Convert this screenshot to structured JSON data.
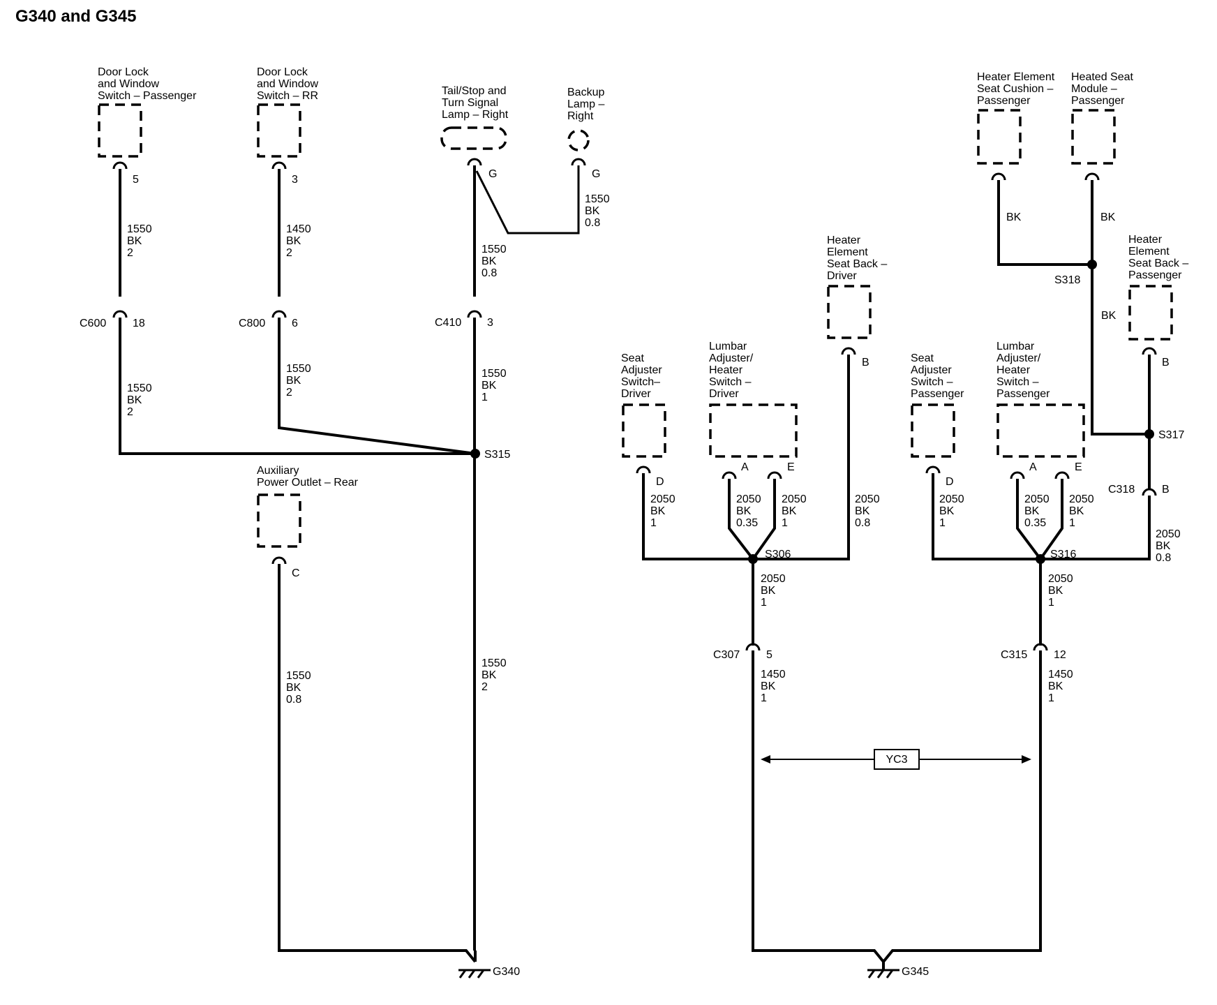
{
  "title": "G340 and G345",
  "components": [
    {
      "id": "door-lock-passenger",
      "lines": [
        "Door Lock",
        "and Window",
        "Switch – Passenger"
      ],
      "pin": "5"
    },
    {
      "id": "door-lock-rr",
      "lines": [
        "Door Lock",
        "and Window",
        "Switch – RR"
      ],
      "pin": "3"
    },
    {
      "id": "tail-stop-lamp",
      "lines": [
        "Tail/Stop and",
        "Turn Signal",
        "Lamp – Right"
      ],
      "pin": "G"
    },
    {
      "id": "backup-lamp",
      "lines": [
        "Backup",
        "Lamp –",
        "Right"
      ],
      "pin": "G"
    },
    {
      "id": "aux-power-outlet",
      "lines": [
        "Auxiliary",
        "Power Outlet – Rear"
      ],
      "pin": "C"
    },
    {
      "id": "seat-adjuster-driver",
      "lines": [
        "Seat",
        "Adjuster",
        "Switch–",
        "Driver"
      ],
      "pin": "D"
    },
    {
      "id": "lumbar-driver",
      "lines": [
        "Lumbar",
        "Adjuster/",
        "Heater",
        "Switch –",
        "Driver"
      ],
      "pins": [
        "A",
        "E"
      ]
    },
    {
      "id": "heater-seatback-driver",
      "lines": [
        "Heater",
        "Element",
        "Seat Back –",
        "Driver"
      ],
      "pin": "B"
    },
    {
      "id": "seat-adjuster-passenger",
      "lines": [
        "Seat",
        "Adjuster",
        "Switch –",
        "Passenger"
      ],
      "pin": "D"
    },
    {
      "id": "lumbar-passenger",
      "lines": [
        "Lumbar",
        "Adjuster/",
        "Heater",
        "Switch –",
        "Passenger"
      ],
      "pins": [
        "A",
        "E"
      ]
    },
    {
      "id": "heater-cushion-passenger",
      "lines": [
        "Heater Element",
        "Seat Cushion –",
        "Passenger"
      ]
    },
    {
      "id": "heated-seat-module",
      "lines": [
        "Heated Seat",
        "Module –",
        "Passenger"
      ]
    },
    {
      "id": "heater-seatback-passenger",
      "lines": [
        "Heater",
        "Element",
        "Seat Back –",
        "Passenger"
      ],
      "pin": "B"
    }
  ],
  "connectors": [
    {
      "id": "c600",
      "name": "C600",
      "pin": "18"
    },
    {
      "id": "c800",
      "name": "C800",
      "pin": "6"
    },
    {
      "id": "c410",
      "name": "C410",
      "pin": "3"
    },
    {
      "id": "c307",
      "name": "C307",
      "pin": "5"
    },
    {
      "id": "c315",
      "name": "C315",
      "pin": "12"
    },
    {
      "id": "c318",
      "name": "C318",
      "pin": "B"
    }
  ],
  "splices": [
    "S315",
    "S306",
    "S316",
    "S317",
    "S318"
  ],
  "grounds": [
    "G340",
    "G345"
  ],
  "wires": [
    {
      "id": "w1",
      "lines": [
        "1550",
        "BK",
        "2"
      ]
    },
    {
      "id": "w2",
      "lines": [
        "1550",
        "BK",
        "2"
      ]
    },
    {
      "id": "w3",
      "lines": [
        "1450",
        "BK",
        "2"
      ]
    },
    {
      "id": "w4",
      "lines": [
        "1550",
        "BK",
        "2"
      ]
    },
    {
      "id": "w5",
      "lines": [
        "1550",
        "BK",
        "0.8"
      ]
    },
    {
      "id": "w6",
      "lines": [
        "1550",
        "BK",
        "0.8"
      ]
    },
    {
      "id": "w7",
      "lines": [
        "1550",
        "BK",
        "1"
      ]
    },
    {
      "id": "w8",
      "lines": [
        "1550",
        "BK",
        "0.8"
      ]
    },
    {
      "id": "w9",
      "lines": [
        "1550",
        "BK",
        "2"
      ]
    },
    {
      "id": "w10",
      "lines": [
        "2050",
        "BK",
        "1"
      ]
    },
    {
      "id": "w11",
      "lines": [
        "2050",
        "BK",
        "0.35"
      ]
    },
    {
      "id": "w12",
      "lines": [
        "2050",
        "BK",
        "1"
      ]
    },
    {
      "id": "w13",
      "lines": [
        "2050",
        "BK",
        "0.8"
      ]
    },
    {
      "id": "w14",
      "lines": [
        "2050",
        "BK",
        "1"
      ]
    },
    {
      "id": "w15",
      "lines": [
        "1450",
        "BK",
        "1"
      ]
    },
    {
      "id": "w16",
      "lines": [
        "2050",
        "BK",
        "1"
      ]
    },
    {
      "id": "w17",
      "lines": [
        "2050",
        "BK",
        "0.35"
      ]
    },
    {
      "id": "w18",
      "lines": [
        "2050",
        "BK",
        "1"
      ]
    },
    {
      "id": "w19",
      "lines": [
        "2050",
        "BK",
        "1"
      ]
    },
    {
      "id": "w20",
      "lines": [
        "1450",
        "BK",
        "1"
      ]
    },
    {
      "id": "w21",
      "lines": [
        "2050",
        "BK",
        "0.8"
      ]
    },
    {
      "id": "w22",
      "lines": [
        "BK"
      ]
    },
    {
      "id": "w23",
      "lines": [
        "BK"
      ]
    },
    {
      "id": "w24",
      "lines": [
        "BK"
      ]
    }
  ],
  "twisted_pair_label": "YC3"
}
